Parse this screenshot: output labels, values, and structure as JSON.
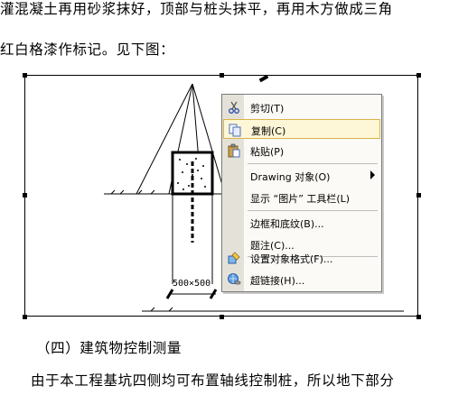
{
  "document": {
    "line1": "灌混凝土再用砂浆抹好，顶部与桩头抹平，再用木方做成三角",
    "line2": "红白格漆作标记。见下图：",
    "caption": "（四）建筑物控制测量",
    "line4": "由于本工程基坑四侧均可布置轴线控制桩，所以地下部分"
  },
  "drawing": {
    "dimension_label": "500×500"
  },
  "context_menu": {
    "items": [
      {
        "label": "剪切(T)",
        "icon": "scissors-icon"
      },
      {
        "label": "复制(C)",
        "icon": "copy-icon",
        "highlighted": true
      },
      {
        "label": "粘贴(P)",
        "icon": "paste-icon"
      },
      {
        "label": "Drawing 对象(O)",
        "icon": "",
        "submenu": true
      },
      {
        "label": "显示 “图片” 工具栏(L)",
        "icon": ""
      },
      {
        "label": "边框和底纹(B)...",
        "icon": ""
      },
      {
        "label": "题注(C)...",
        "icon": ""
      },
      {
        "label": "设置对象格式(F)...",
        "icon": "format-object-icon"
      },
      {
        "label": "超链接(H)...",
        "icon": "hyperlink-icon"
      }
    ]
  },
  "colors": {
    "menu_background": "#fbfaf6",
    "menu_gutter": "#e4e2d8",
    "highlight_fill": "#fdf6d7",
    "highlight_border": "#d9b44a"
  }
}
